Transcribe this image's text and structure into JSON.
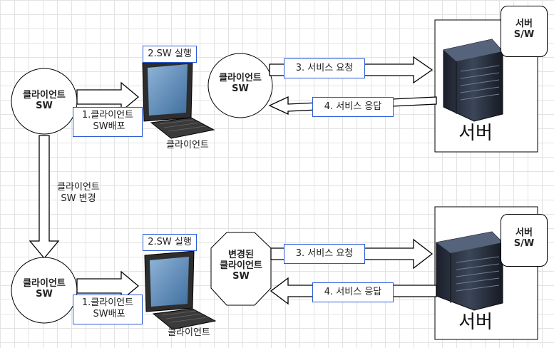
{
  "client_sw": "클라이언트\nSW",
  "step1": "1.클라이언트\n SW배포",
  "step2": "2.SW 실행",
  "step3": "3. 서비스 요청",
  "step4": "4. 서비스 응답",
  "client_label": "클라이언트",
  "change_label": "클라이언트\nSW 변경",
  "changed_client_sw": "변경된\n클라이언트\nSW",
  "server_sw": "서버\nS/W",
  "server_label": "서버",
  "colors": {
    "accent_border": "#2a5bd7",
    "stroke": "#000000",
    "grid": "#e3e3e3"
  }
}
